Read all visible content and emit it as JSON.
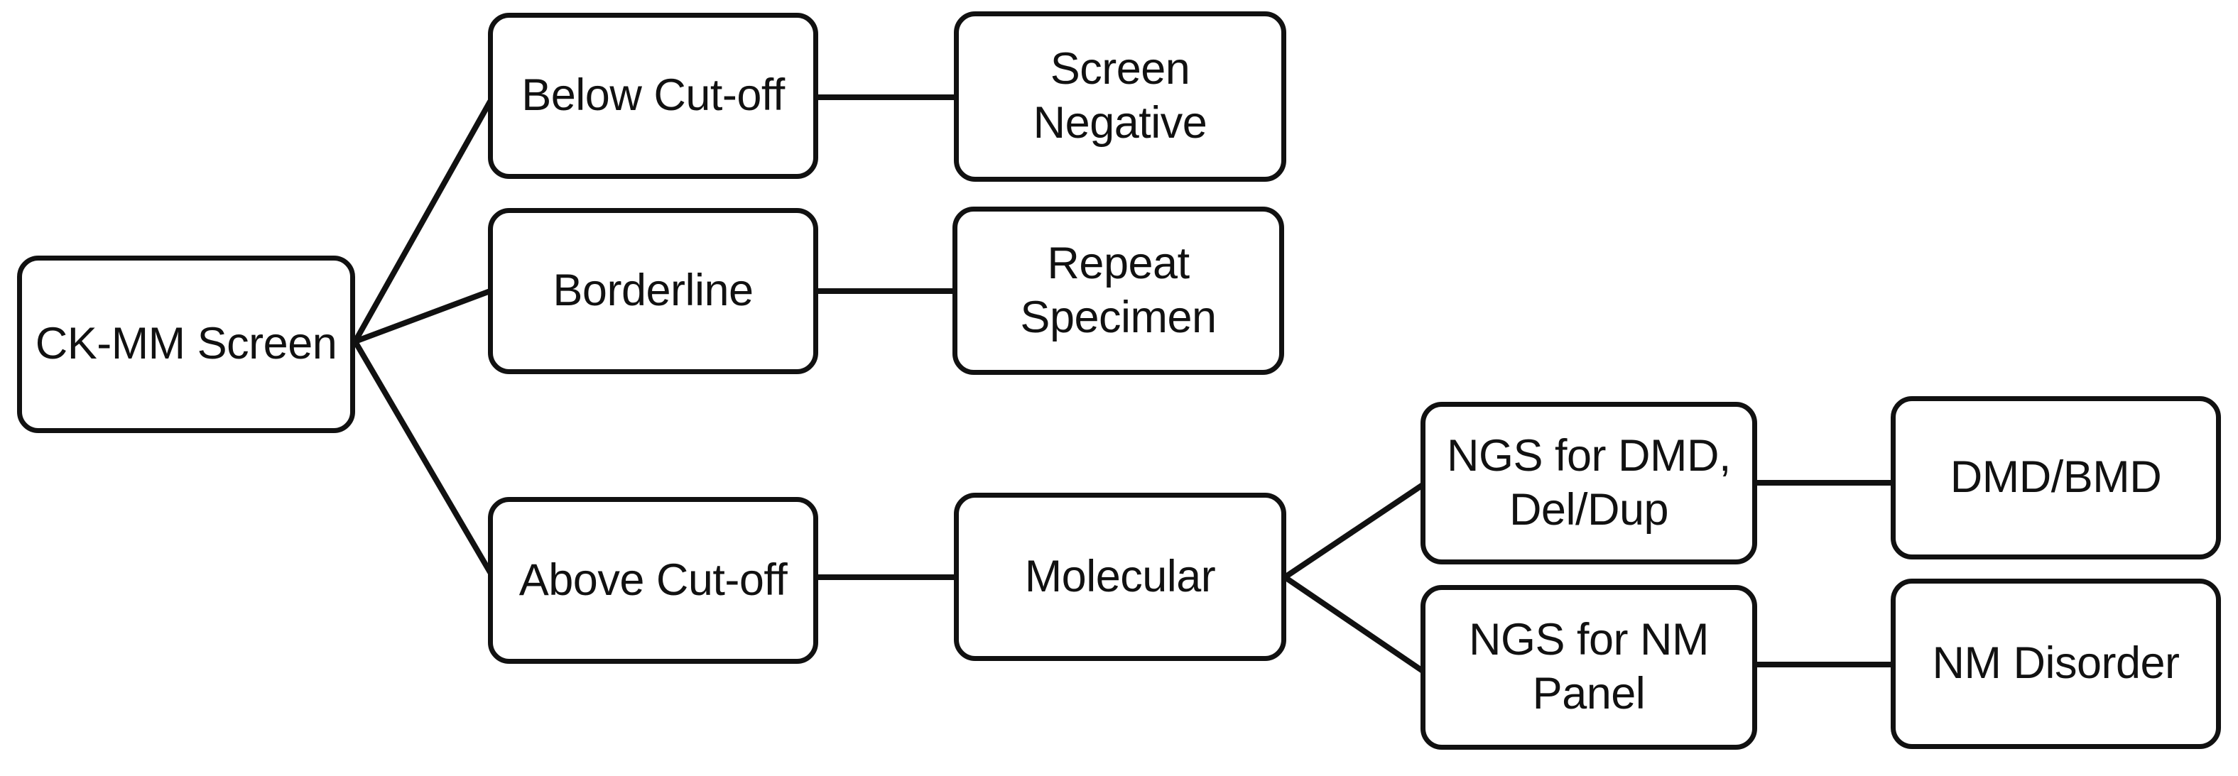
{
  "diagram": {
    "type": "flowchart",
    "colors": {
      "stroke": "#111111",
      "text": "#111111",
      "background": "#ffffff"
    },
    "nodes": [
      {
        "id": "ck-mm-screen",
        "label": "CK-MM Screen"
      },
      {
        "id": "below-cut-off",
        "label": "Below Cut-off"
      },
      {
        "id": "screen-negative",
        "label": "Screen\nNegative"
      },
      {
        "id": "borderline",
        "label": "Borderline"
      },
      {
        "id": "repeat-specimen",
        "label": "Repeat\nSpecimen"
      },
      {
        "id": "above-cut-off",
        "label": "Above Cut-off"
      },
      {
        "id": "molecular",
        "label": "Molecular"
      },
      {
        "id": "ngs-dmd-deldup",
        "label": "NGS for DMD,\nDel/Dup"
      },
      {
        "id": "dmd-bmd",
        "label": "DMD/BMD"
      },
      {
        "id": "ngs-nm-panel",
        "label": "NGS for NM\nPanel"
      },
      {
        "id": "nm-disorder",
        "label": "NM Disorder"
      }
    ],
    "edges": [
      {
        "from": "ck-mm-screen",
        "to": "below-cut-off"
      },
      {
        "from": "ck-mm-screen",
        "to": "borderline"
      },
      {
        "from": "ck-mm-screen",
        "to": "above-cut-off"
      },
      {
        "from": "below-cut-off",
        "to": "screen-negative"
      },
      {
        "from": "borderline",
        "to": "repeat-specimen"
      },
      {
        "from": "above-cut-off",
        "to": "molecular"
      },
      {
        "from": "molecular",
        "to": "ngs-dmd-deldup"
      },
      {
        "from": "molecular",
        "to": "ngs-nm-panel"
      },
      {
        "from": "ngs-dmd-deldup",
        "to": "dmd-bmd"
      },
      {
        "from": "ngs-nm-panel",
        "to": "nm-disorder"
      }
    ]
  }
}
